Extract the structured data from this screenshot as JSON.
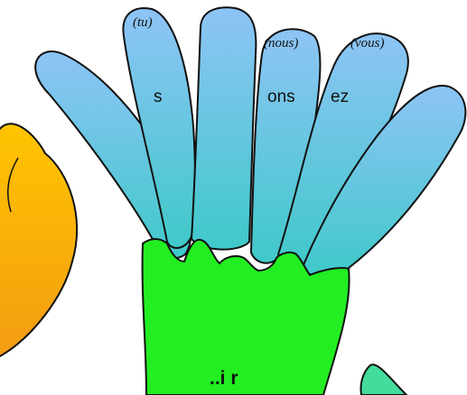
{
  "hand": {
    "stem": "..i r",
    "fingers": [
      {
        "id": "pinky",
        "pronoun": "",
        "ending": ""
      },
      {
        "id": "tu",
        "pronoun": "(tu)",
        "ending": "s"
      },
      {
        "id": "il",
        "pronoun": "",
        "ending": ""
      },
      {
        "id": "nous",
        "pronoun": "(nous)",
        "ending": "ons"
      },
      {
        "id": "vous",
        "pronoun": "(vous)",
        "ending": "ez"
      },
      {
        "id": "ils",
        "pronoun": "",
        "ending": ""
      }
    ]
  },
  "colors": {
    "finger_top": "#8ec4f6",
    "finger_bottom": "#3fc9c9",
    "palm": "#22ee22",
    "left_hand_top": "#ffc400",
    "left_hand_bottom": "#f39c12",
    "right_hand": "#43dc9c",
    "outline": "#111111"
  }
}
